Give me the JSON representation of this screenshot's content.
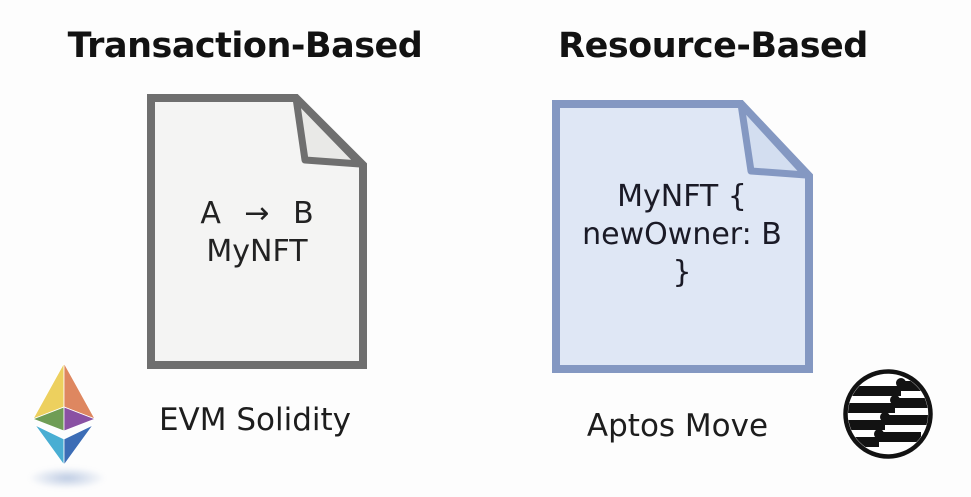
{
  "panels": {
    "left": {
      "heading": "Transaction-Based",
      "document_lines": [
        "A → B",
        "MyNFT"
      ],
      "label": "EVM Solidity",
      "logo": "ethereum-logo",
      "colors": {
        "doc_border": "#6f6f6f",
        "doc_fill": "#f4f4f3",
        "doc_fold": "#e9e9e7",
        "doc_text": "#222222"
      }
    },
    "right": {
      "heading": "Resource-Based",
      "document_lines": [
        "MyNFT {",
        "newOwner: B",
        "}"
      ],
      "label": "Aptos Move",
      "logo": "aptos-logo",
      "colors": {
        "doc_border": "#8498c2",
        "doc_fill": "#dfe7f5",
        "doc_fold": "#d3def0",
        "doc_text": "#1a1a26"
      }
    }
  },
  "logo_colors": {
    "ethereum": {
      "top_left": "#edd05e",
      "top_right": "#de8760",
      "mid_left": "#6f9d55",
      "mid_right": "#8a51a3",
      "bottom_left": "#49aed3",
      "bottom_right": "#3c6db6",
      "facet_gap": "#ffffff"
    },
    "aptos": {
      "ink": "#121212",
      "field": "#ffffff"
    }
  },
  "heading_color": "#121212",
  "label_color": "#1d1d1d",
  "background": "#fdfdfd"
}
